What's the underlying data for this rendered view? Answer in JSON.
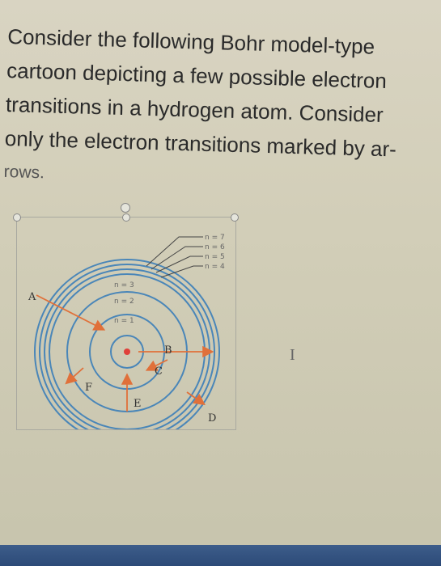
{
  "question": {
    "lines": [
      "Consider the following Bohr model-type",
      "cartoon depicting a few possible electron",
      "transitions in a hydrogen atom.  Consider",
      "only the electron transitions marked by ar-",
      "rows."
    ]
  },
  "figure": {
    "level_labels": [
      "n = 7",
      "n = 6",
      "n = 5",
      "n = 4",
      "n = 3",
      "n = 2",
      "n = 1"
    ],
    "arrow_labels": [
      "A",
      "B",
      "C",
      "D",
      "E",
      "F"
    ],
    "colors": {
      "orbit": "#4a86b8",
      "arrow": "#e0703a",
      "nucleus": "#e0403a",
      "leader": "#444444"
    }
  },
  "cursor": {
    "glyph": "I",
    "icon": "text-cursor-icon"
  }
}
